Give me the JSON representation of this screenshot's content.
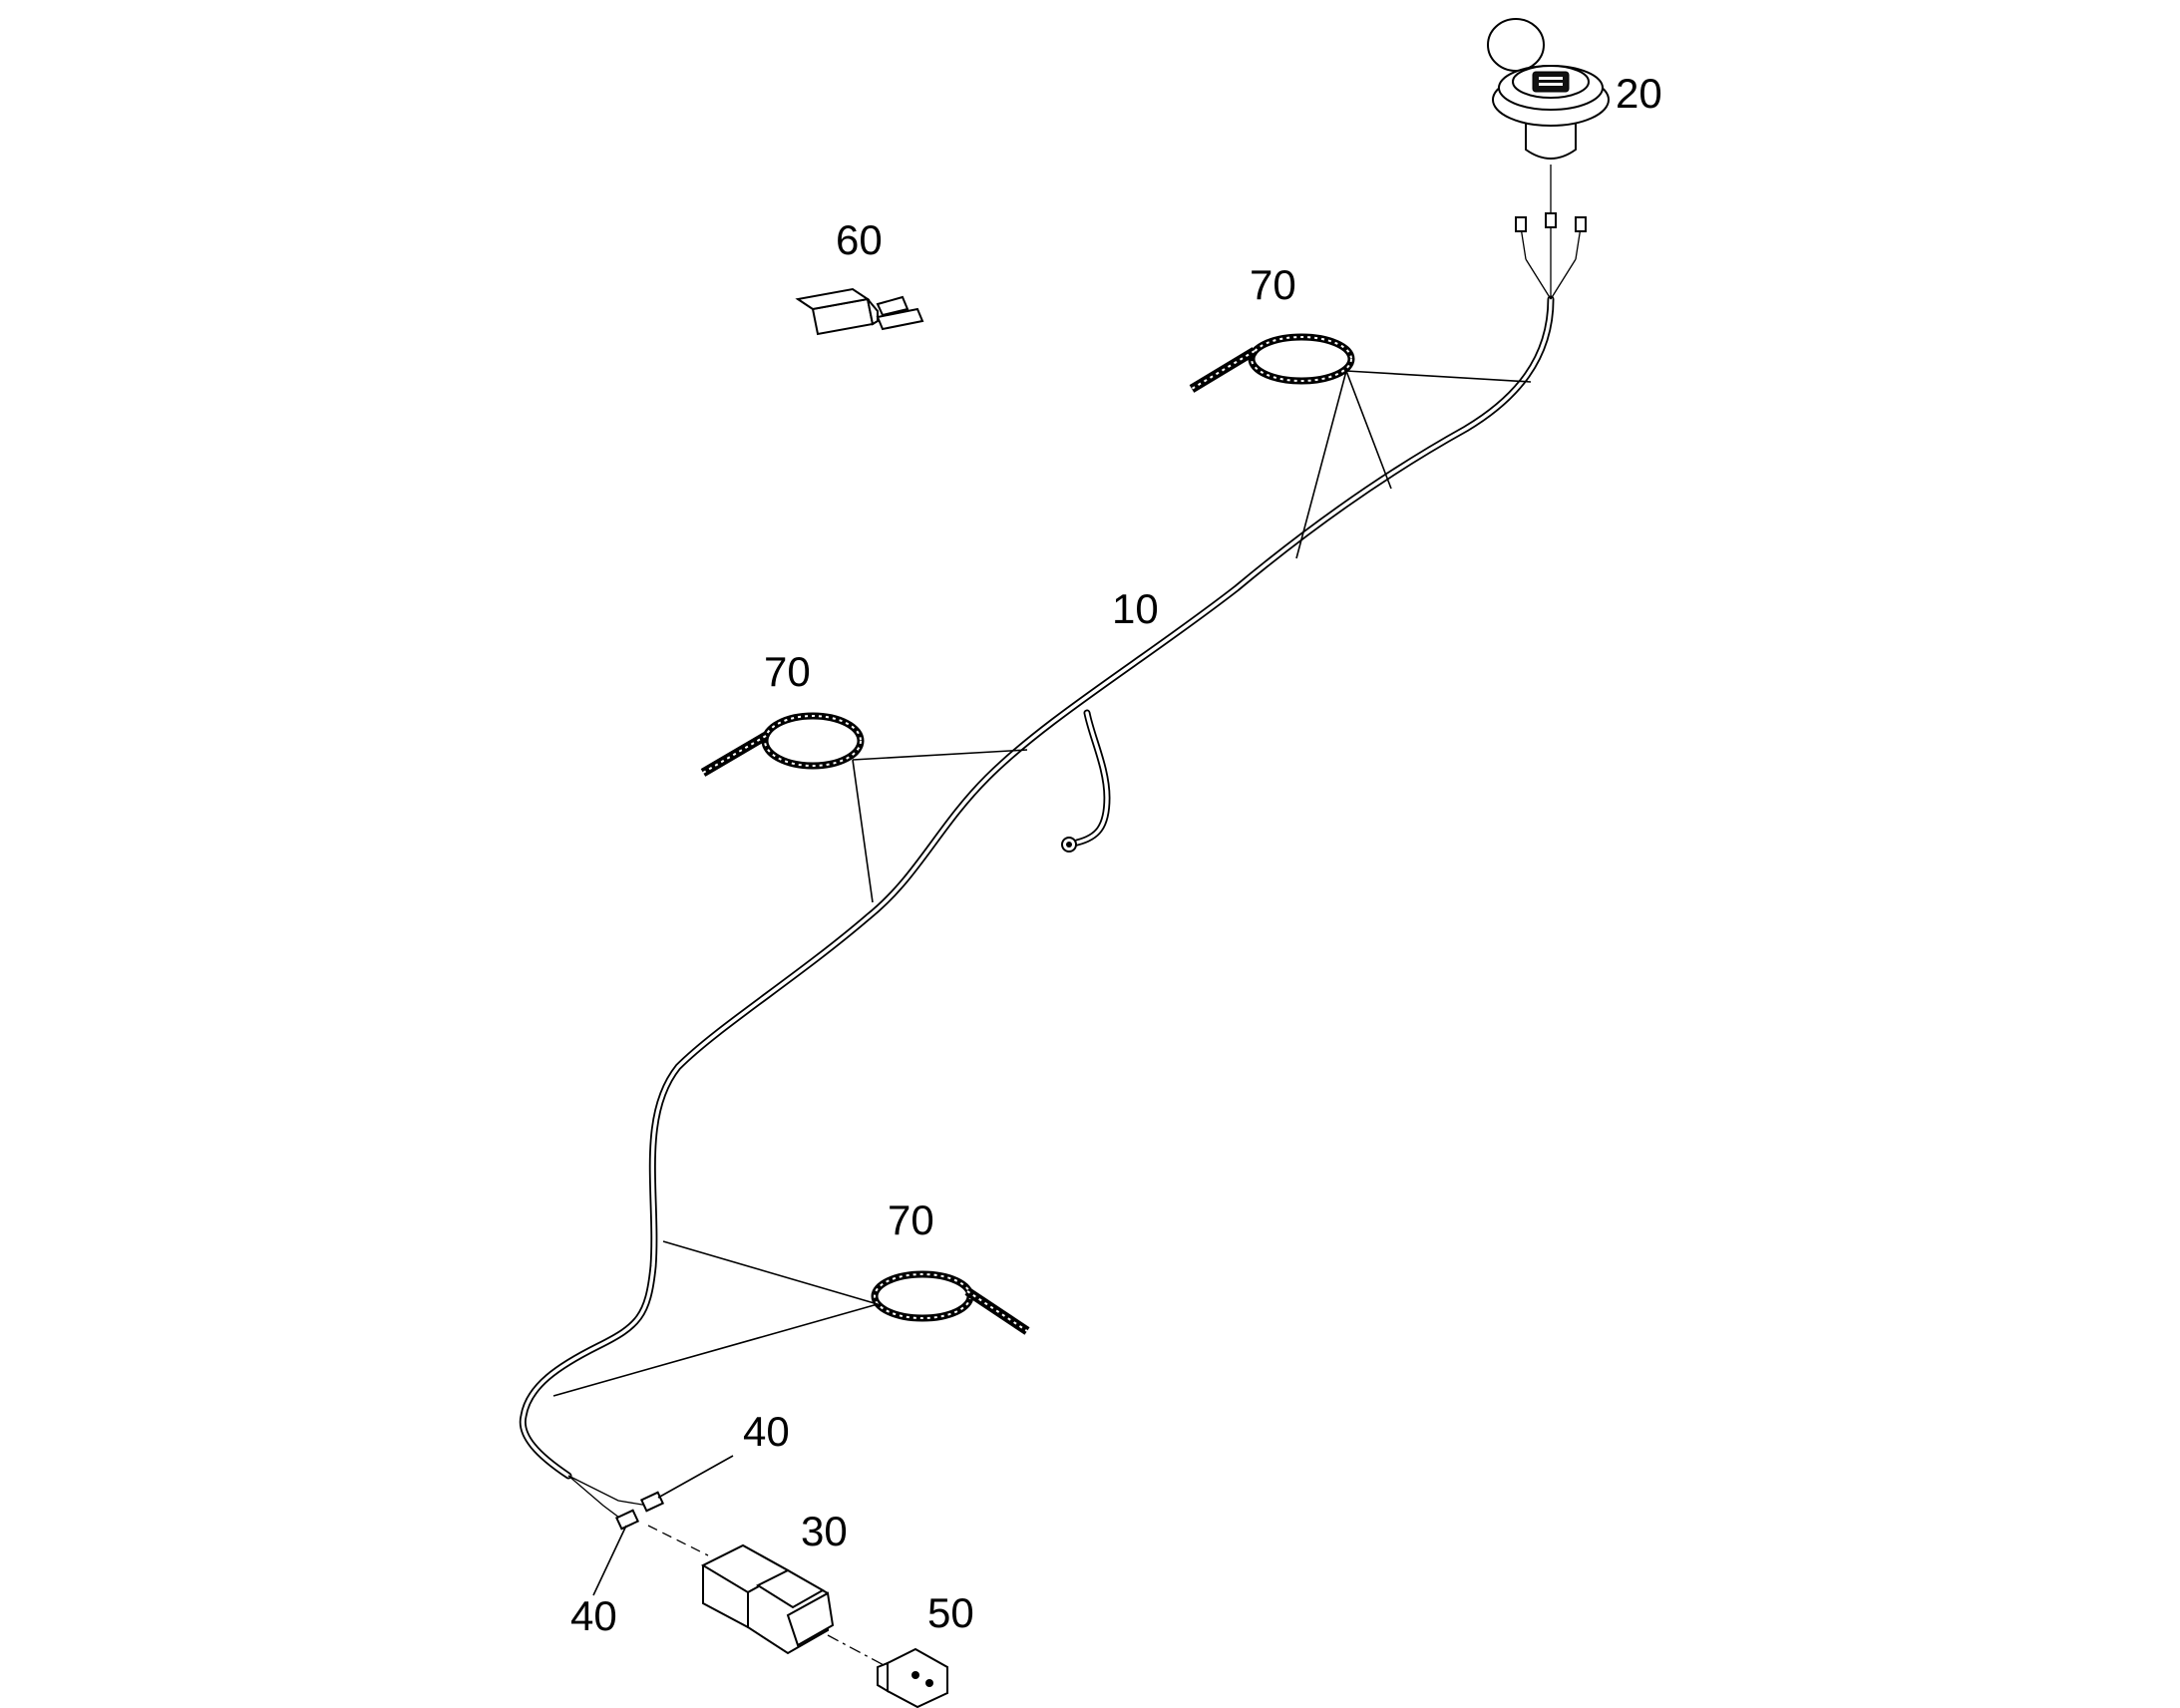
{
  "callouts": {
    "c10": "10",
    "c20": "20",
    "c30": "30",
    "c40a": "40",
    "c40b": "40",
    "c50": "50",
    "c60": "60",
    "c70a": "70",
    "c70b": "70",
    "c70c": "70"
  },
  "icons": {
    "harness": "wiring-harness-icon",
    "usb_outlet": "usb-outlet-icon",
    "connector": "connector-housing-icon",
    "terminal": "terminal-icon",
    "wedge": "wedge-lock-icon",
    "fuse": "blade-fuse-icon",
    "tie": "cable-tie-icon"
  }
}
